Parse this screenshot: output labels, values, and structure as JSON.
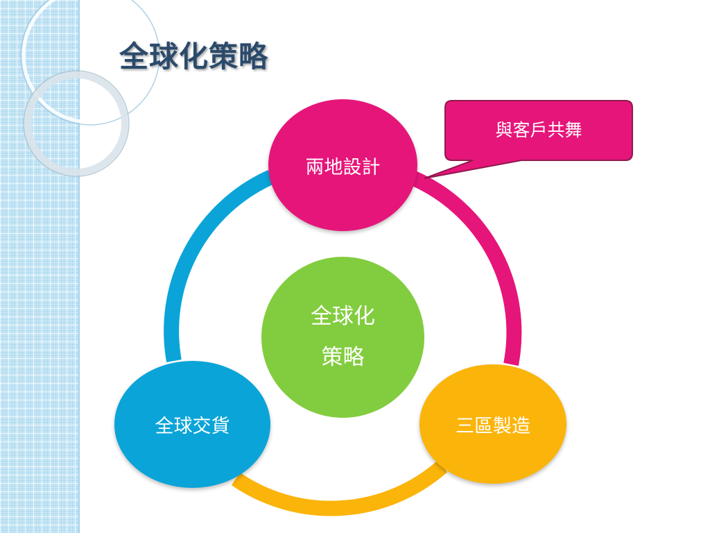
{
  "title": "全球化策略",
  "colors": {
    "magenta": "#e6157a",
    "blue": "#0aa4d8",
    "orange": "#fbb40a",
    "green": "#82cd3f",
    "title": "#2b4a6b"
  },
  "diagram": {
    "center": {
      "line1": "全球化",
      "line2": "策略"
    },
    "nodes": {
      "top": "兩地設計",
      "left": "全球交貨",
      "right": "三區製造"
    },
    "callout": "與客戶共舞"
  }
}
